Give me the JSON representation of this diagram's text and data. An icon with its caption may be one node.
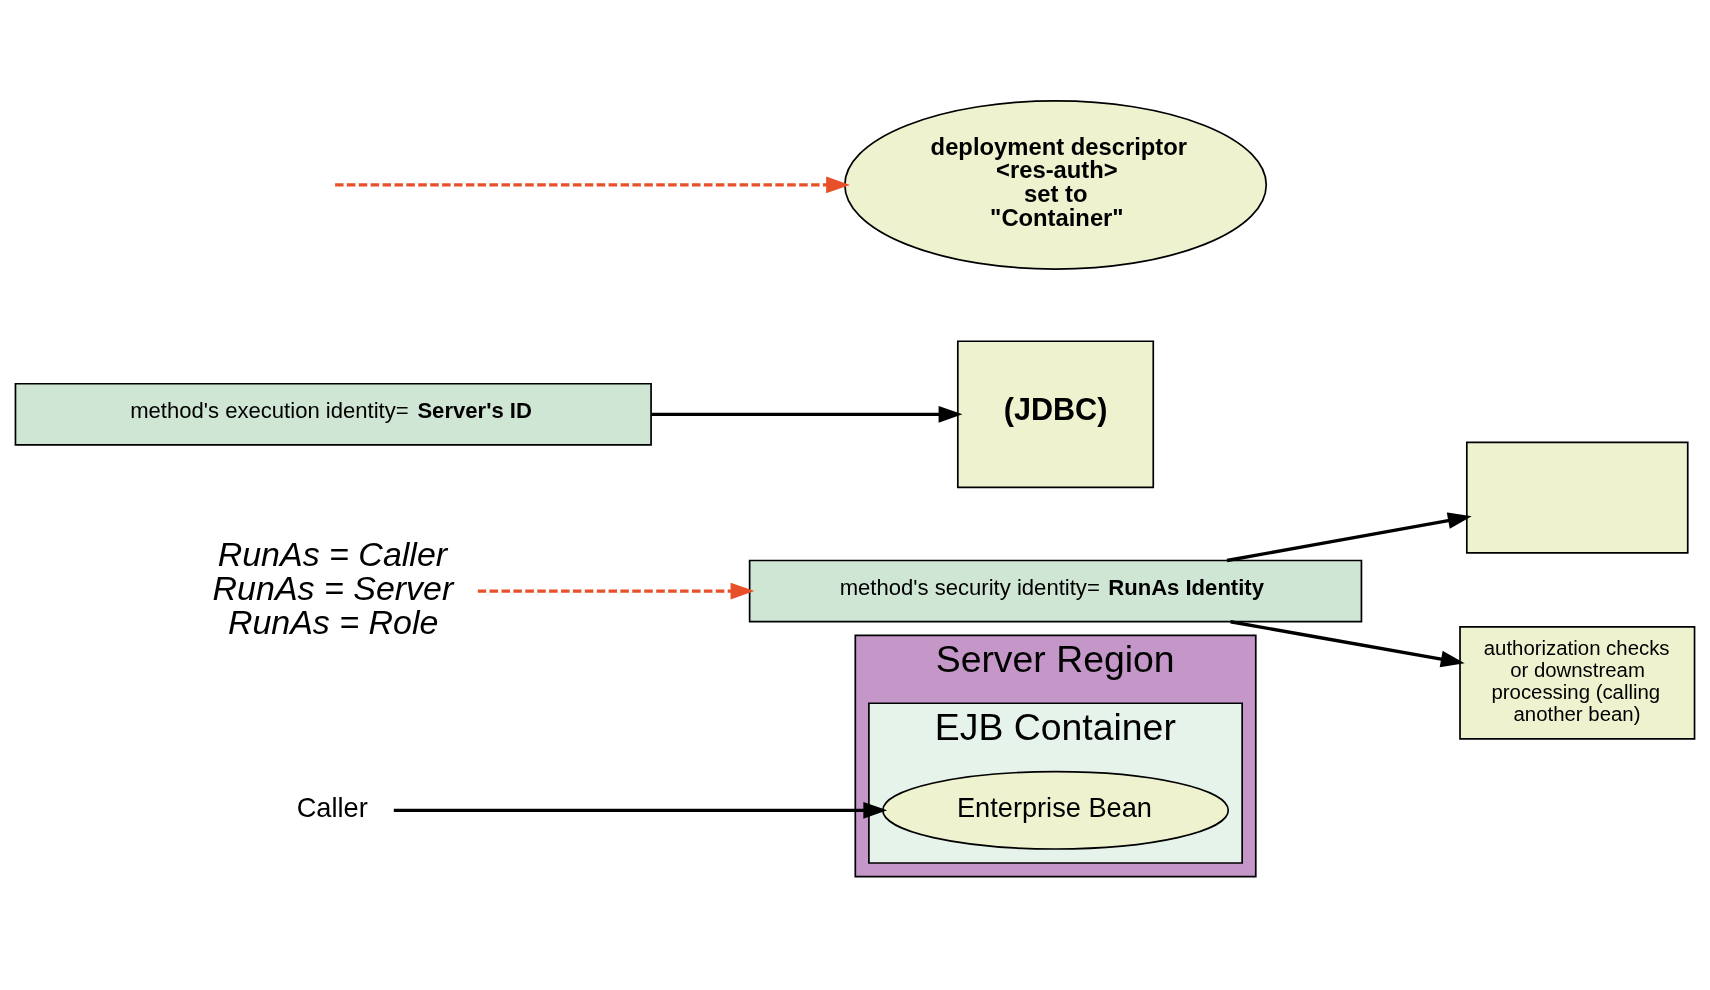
{
  "diagram": {
    "nodes": [
      {
        "text": [
          "Server Region"
        ]
      },
      {
        "text": [
          "EJB Container"
        ],
        "in": 0
      },
      {
        "text": [
          "method's security identity=**RunAs Identity**"
        ]
      },
      {
        "text": [
          "Enterprise Bean"
        ],
        "in": 1
      },
      {
        "text": [
          "method's execution identity=**Server's ID**"
        ]
      },
      {
        "text": [
          "deployment descriptor",
          "<res-auth>",
          "set to",
          "\"Container\""
        ]
      },
      {
        "text": [],
        "shape": "box"
      },
      {
        "text": [
          "authorization checks or downstream processing (calling another bean)"
        ]
      },
      {
        "text": [
          "Caller"
        ]
      },
      {
        "text": [
          "(JDBC)"
        ]
      },
      {
        "text": [
          "RunAs = Caller",
          "RunAs = Server",
          "RunAs = Role"
        ]
      }
    ],
    "edges": [
      {
        "from": 2,
        "to": 6,
        "arrow": "to"
      },
      {
        "from": 2,
        "to": 7,
        "arrow": "to"
      },
      {
        "from": 8,
        "to": 3,
        "arrow": "to"
      },
      {
        "from": 4,
        "to": 9,
        "arrow": "to"
      },
      {
        "from": 10,
        "to": 2,
        "arrow": "to",
        "style": "dashed",
        "color": "#e8502a"
      },
      {
        "from": null,
        "to": 5,
        "arrow": "to",
        "style": "dashed",
        "color": "#e8502a"
      }
    ]
  }
}
